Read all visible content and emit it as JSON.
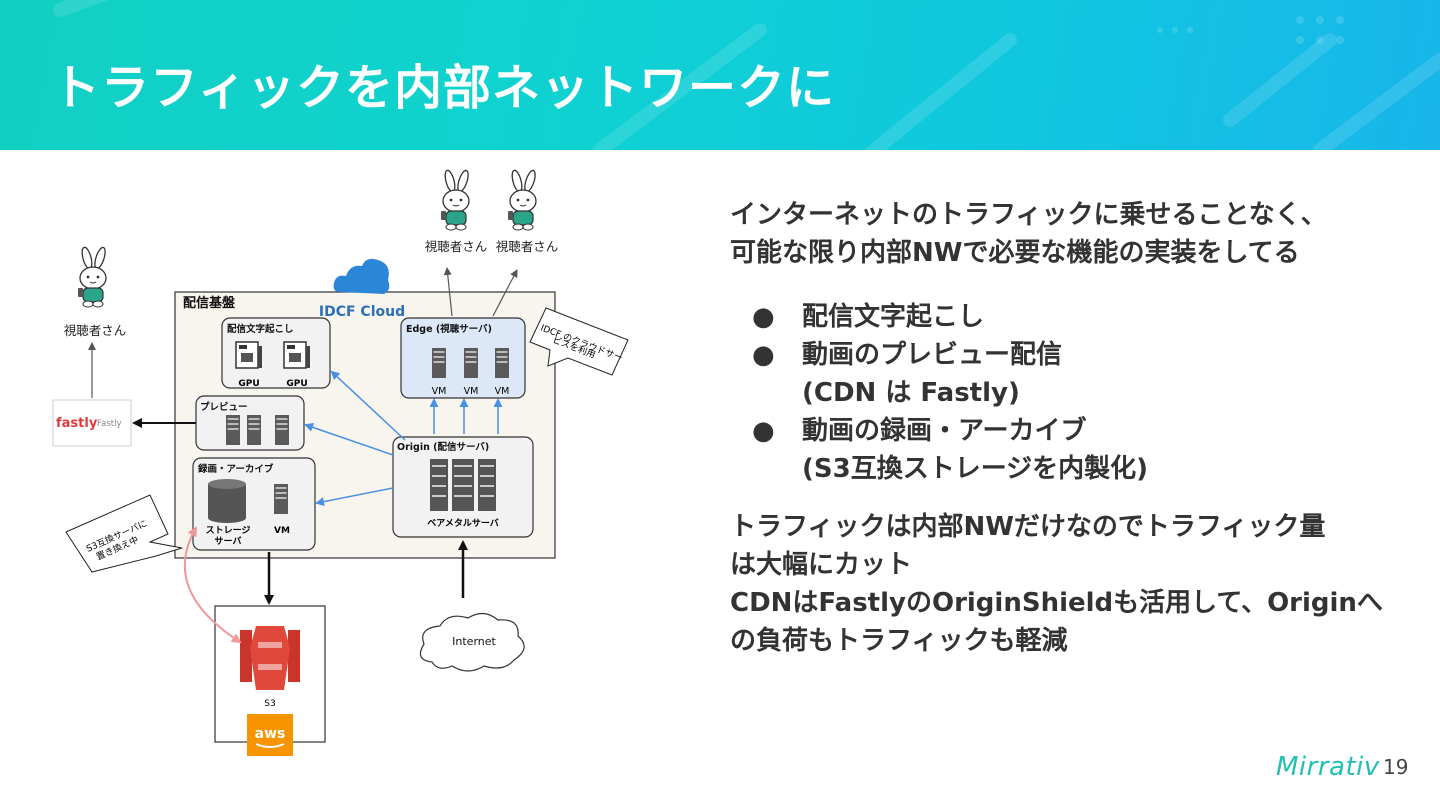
{
  "slide": {
    "title": "トラフィックを内部ネットワークに",
    "page_number": "19",
    "brand": "Mirrativ"
  },
  "diagram": {
    "viewer_label": "視聴者さん",
    "platform_title": "配信基盤",
    "cloud_brand": "IDCF Cloud",
    "transcription_box": "配信文字起こし",
    "gpu_label": "GPU",
    "preview_box": "プレビュー",
    "recording_box": "録画・アーカイブ",
    "storage_label_line1": "ストレージ",
    "storage_label_line2": "サーバ",
    "vm_label": "VM",
    "edge_box": "Edge (視聴サーバ)",
    "origin_box": "Origin (配信サーバ)",
    "baremetal_label": "ベアメタルサーバ",
    "fastly_logo": "fastly",
    "fastly_label": "Fastly",
    "s3_label": "S3",
    "aws_label": "aws",
    "internet_label": "Internet",
    "callout_idcf_line1": "IDCF のクラウドサー",
    "callout_idcf_line2": "ビスを利用",
    "callout_s3_line1": "S3互換サーバに",
    "callout_s3_line2": "置き換え中"
  },
  "content": {
    "lead_line1": "インターネットのトラフィックに乗せることなく、",
    "lead_line2": "可能な限り内部NWで必要な機能の実装をしてる",
    "bullet_marker": "●",
    "bullet1": "配信文字起こし",
    "bullet2_line1": "動画のプレビュー配信",
    "bullet2_line2": "(CDN は Fastly)",
    "bullet3_line1": "動画の録画・アーカイブ",
    "bullet3_line2": "(S3互換ストレージを内製化)",
    "para_line1": "トラフィックは内部NWだけなのでトラフィック量",
    "para_line2": "は大幅にカット",
    "para_line3": "CDNはFastlyのOriginShieldも活用して、Originへ",
    "para_line4": "の負荷もトラフィックも軽減"
  },
  "colors": {
    "header_gradient_start": "#12cfc3",
    "header_gradient_end": "#18b6ea",
    "arrow_blue": "#4a90e2",
    "arrow_pink": "#ef9a9a",
    "edge_fill": "#dce8f7",
    "platform_fill": "#f8f5ee",
    "brand_teal": "#21c0b2"
  }
}
